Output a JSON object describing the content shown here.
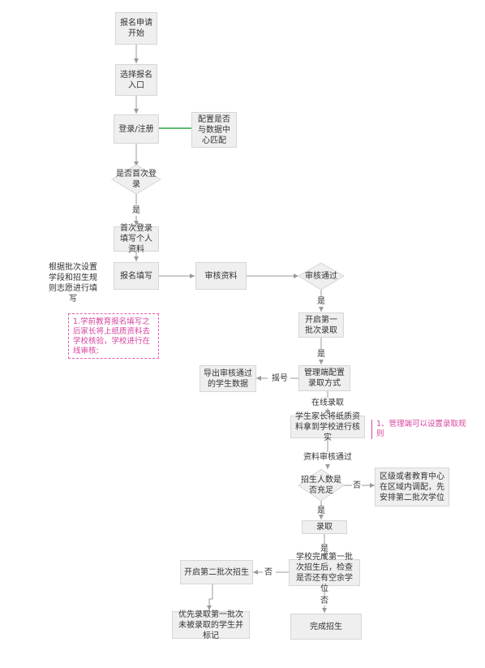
{
  "nodes": {
    "start": "报名申请开始",
    "select_entry": "选择报名入口",
    "login": "登录/注册",
    "match_check": "配置是否与数据中心匹配",
    "first_login_q": "是否首次登录",
    "fill_profile": "首次登录填写个人资料",
    "signup_fill": "报名填写",
    "review": "审核资料",
    "review_pass": "审核通过",
    "first_batch": "开启第一批次录取",
    "admin_config": "管理端配置录取方式",
    "export_data": "导出审核通过的学生数据",
    "parent_submit": "学生家长将纸质资料拿到学校进行核实",
    "count_full": "招生人数是否充足",
    "district_adjust": "区级或者教育中心在区域内调配，先安排第二批次学位",
    "admit": "录取",
    "school_check": "学校完成第一批次招生后，检查是否还有空余学位",
    "second_batch": "开启第二批次招生",
    "priority_admit": "优先录取第一批次未被录取的学生并标记",
    "finish": "完成招生"
  },
  "labels": {
    "yes1": "是",
    "yes2": "是",
    "yes3": "是",
    "yes4": "是",
    "yes5": "是",
    "lottery": "摇号",
    "online_admit": "在线录取",
    "material_pass": "资料审核通过",
    "no1": "否",
    "no2": "否",
    "no3": "否"
  },
  "notes": {
    "rules_note": "根据批次设置学段和招生规则志愿进行填写",
    "preschool_note": "1.学前教育报名填写之后家长将上纸质资料去学校核验，学校进行在线审核;",
    "admin_note": "1、管理端可以设置录取规则"
  },
  "colors": {
    "line": "#9a9a9a",
    "green_link": "#2ea043",
    "note_pink": "#d6449f"
  }
}
